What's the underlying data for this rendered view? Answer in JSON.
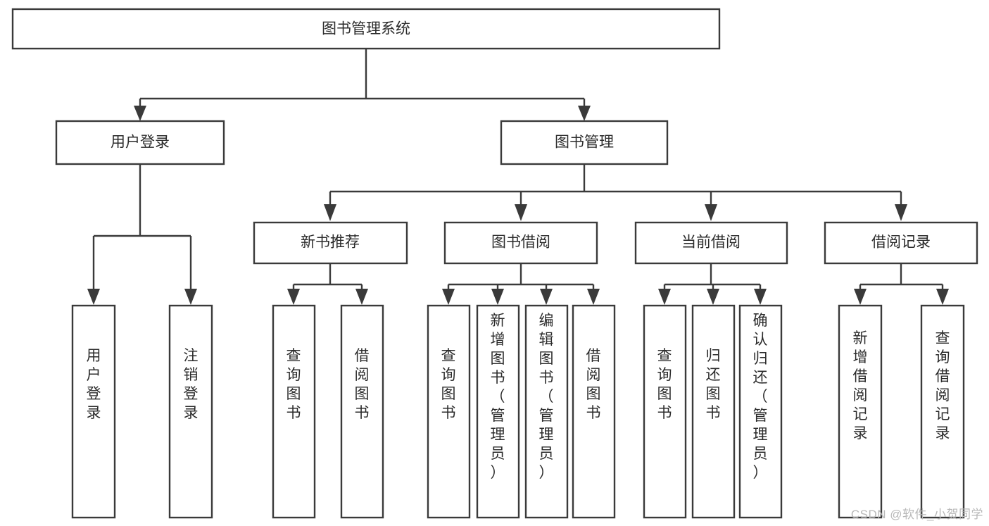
{
  "diagram": {
    "title": "图书管理系统",
    "type": "tree-hierarchy",
    "orientation": "top-down",
    "box_fill": "#ffffff",
    "box_stroke": "#3a3a3a",
    "text_color": "#2b2b2b",
    "levels": [
      {
        "level": 1,
        "nodes": [
          {
            "id": "root",
            "label": "图书管理系统",
            "orientation": "horizontal"
          }
        ]
      },
      {
        "level": 2,
        "nodes": [
          {
            "id": "login",
            "label": "用户登录",
            "orientation": "horizontal",
            "parent": "root"
          },
          {
            "id": "bookmgmt",
            "label": "图书管理",
            "orientation": "horizontal",
            "parent": "root"
          }
        ]
      },
      {
        "level": 3,
        "nodes": [
          {
            "id": "newbook",
            "label": "新书推荐",
            "orientation": "horizontal",
            "parent": "bookmgmt"
          },
          {
            "id": "borrow",
            "label": "图书借阅",
            "orientation": "horizontal",
            "parent": "bookmgmt"
          },
          {
            "id": "current",
            "label": "当前借阅",
            "orientation": "horizontal",
            "parent": "bookmgmt"
          },
          {
            "id": "records",
            "label": "借阅记录",
            "orientation": "horizontal",
            "parent": "bookmgmt"
          }
        ]
      },
      {
        "level": 4,
        "nodes": [
          {
            "id": "leaf-1",
            "label": "用户登录",
            "orientation": "vertical",
            "parent": "login"
          },
          {
            "id": "leaf-2",
            "label": "注销登录",
            "orientation": "vertical",
            "parent": "login"
          },
          {
            "id": "leaf-3",
            "label": "查询图书",
            "orientation": "vertical",
            "parent": "newbook"
          },
          {
            "id": "leaf-4",
            "label": "借阅图书",
            "orientation": "vertical",
            "parent": "newbook"
          },
          {
            "id": "leaf-5",
            "label": "查询图书",
            "orientation": "vertical",
            "parent": "borrow"
          },
          {
            "id": "leaf-6",
            "label": "新增图书（管理员）",
            "orientation": "vertical",
            "parent": "borrow"
          },
          {
            "id": "leaf-7",
            "label": "编辑图书（管理员）",
            "orientation": "vertical",
            "parent": "borrow"
          },
          {
            "id": "leaf-8",
            "label": "借阅图书",
            "orientation": "vertical",
            "parent": "borrow"
          },
          {
            "id": "leaf-9",
            "label": "查询图书",
            "orientation": "vertical",
            "parent": "current"
          },
          {
            "id": "leaf-10",
            "label": "归还图书",
            "orientation": "vertical",
            "parent": "current"
          },
          {
            "id": "leaf-11",
            "label": "确认归还（管理员）",
            "orientation": "vertical",
            "parent": "current"
          },
          {
            "id": "leaf-12",
            "label": "新增借阅记录",
            "orientation": "vertical",
            "parent": "records"
          },
          {
            "id": "leaf-13",
            "label": "查询借阅记录",
            "orientation": "vertical",
            "parent": "records"
          }
        ]
      }
    ]
  },
  "watermark": {
    "text": "CSDN @软件_小贺同学"
  }
}
